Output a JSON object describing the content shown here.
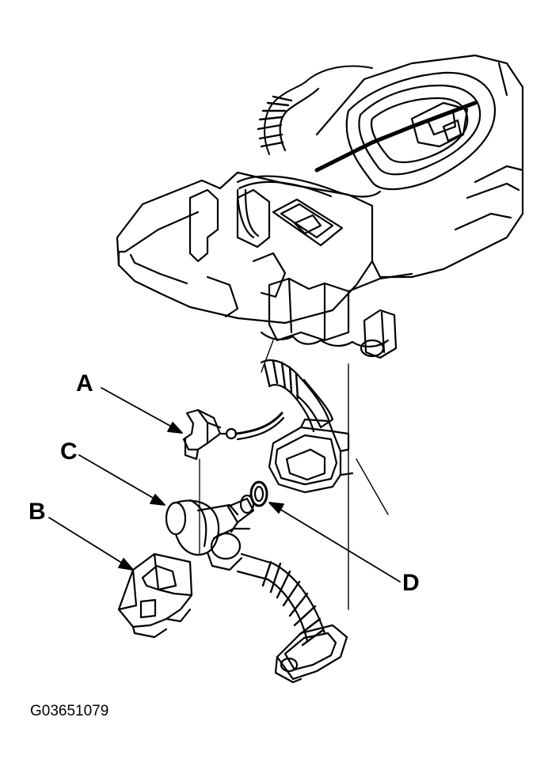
{
  "figure_id": "G03651079",
  "callouts": {
    "a": "A",
    "b": "B",
    "c": "C",
    "d": "D"
  },
  "colors": {
    "line": "#000000",
    "background": "#ffffff"
  }
}
